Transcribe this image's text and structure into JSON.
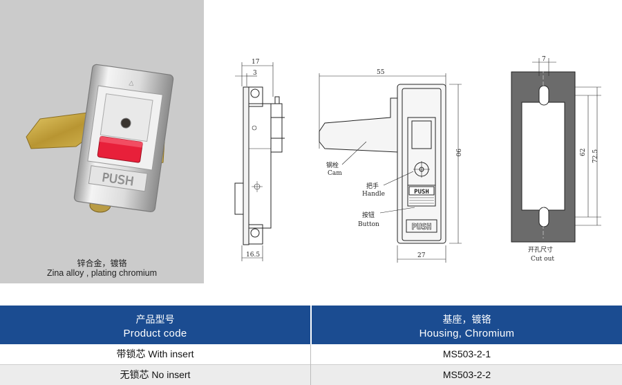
{
  "photo": {
    "caption_cn": "锌合金，镀铬",
    "caption_en": "Zina alloy , plating chromium",
    "push_text": "PUSH"
  },
  "drawing": {
    "side_dims": {
      "width_top": "17",
      "offset": "3",
      "width_bottom": "16.5"
    },
    "front_dims": {
      "width": "55",
      "height": "90",
      "bottom_width": "27"
    },
    "cutout_dims": {
      "slot_width": "7",
      "inner_height": "62",
      "outer_height": "72.5"
    },
    "labels": {
      "cam_cn": "钢栓",
      "cam_en": "Cam",
      "handle_cn": "把手",
      "handle_en": "Handle",
      "button_cn": "按钮",
      "button_en": "Button",
      "cutout_cn": "开孔尺寸",
      "cutout_en": "Cut out",
      "push": "PUSH"
    }
  },
  "table": {
    "col1_header_cn": "产品型号",
    "col1_header_en": "Product  code",
    "col2_header_cn": "基座，镀铬",
    "col2_header_en": "Housing, Chromium",
    "rows": [
      {
        "variant": "带锁芯  With insert",
        "code": "MS503-2-1"
      },
      {
        "variant": "无锁芯  No insert",
        "code": "MS503-2-2"
      }
    ]
  },
  "colors": {
    "header_bg": "#1b4c91",
    "photo_bg": "#cbcbcb",
    "button_red": "#e8203a",
    "cam_gold": "#c9a437"
  }
}
